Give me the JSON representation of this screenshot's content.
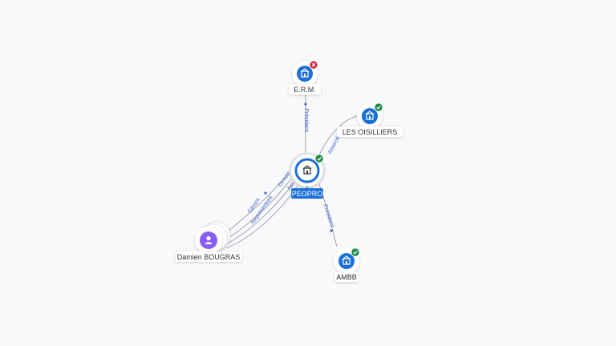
{
  "nodes": [
    {
      "id": "erm",
      "label": "E.R.M.",
      "type": "company",
      "status": "closed"
    },
    {
      "id": "oisilliers",
      "label": "LES OISILLIERS",
      "type": "company",
      "status": "active"
    },
    {
      "id": "peopro",
      "label": "PEOPRO",
      "type": "company",
      "status": "active",
      "focus": true
    },
    {
      "id": "ambb",
      "label": "AMBB",
      "type": "company",
      "status": "active"
    },
    {
      "id": "damien",
      "label": "Damien BOUGRAS",
      "type": "person"
    }
  ],
  "edges": [
    {
      "from": "peopro",
      "to": "erm",
      "label": "Président"
    },
    {
      "from": "peopro",
      "to": "oisilliers",
      "label": "Associé"
    },
    {
      "from": "peopro",
      "to": "ambb",
      "label": "Président"
    },
    {
      "from": "damien",
      "to": "peopro",
      "label": "Gérant"
    },
    {
      "from": "damien",
      "to": "peopro",
      "label": "Représentant"
    },
    {
      "from": "peopro",
      "to": "damien",
      "label": "Directeur"
    },
    {
      "from": "peopro",
      "to": "damien",
      "label": "Associé"
    }
  ],
  "colors": {
    "company_blue": "#1a6fd8",
    "active_green": "#1e8a4a",
    "closed_red": "#d6263b",
    "person_purple": "#8b5cf6",
    "edge_label": "#4a63c8",
    "focus_label_bg": "#1a6fd8"
  },
  "icons": {
    "company": "building-icon",
    "person": "person-icon",
    "active": "check-icon",
    "closed": "cross-icon"
  }
}
